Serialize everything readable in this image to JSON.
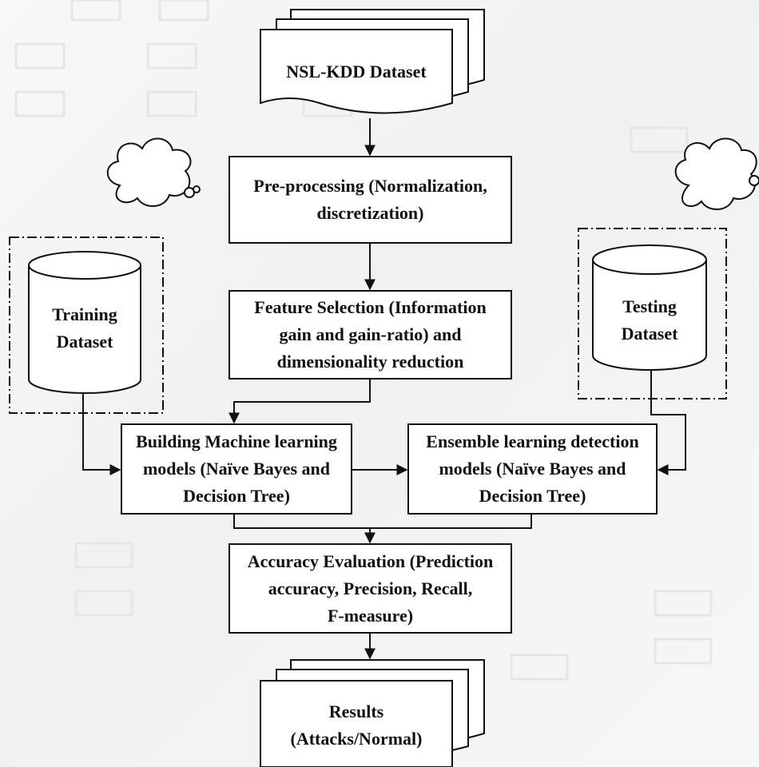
{
  "nodes": {
    "dataset": {
      "label": "NSL-KDD Dataset"
    },
    "preprocessing": {
      "line1": "Pre-processing (Normalization,",
      "line2": "discretization)"
    },
    "feature_selection": {
      "line1": "Feature Selection (Information",
      "line2": "gain and gain-ratio) and",
      "line3": "dimensionality reduction"
    },
    "training": {
      "line1": "Training",
      "line2": "Dataset"
    },
    "testing": {
      "line1": "Testing",
      "line2": "Dataset"
    },
    "ml_models": {
      "line1": "Building Machine learning",
      "line2": "models (Naïve Bayes and",
      "line3": "Decision Tree)"
    },
    "ensemble": {
      "line1": "Ensemble learning detection",
      "line2": "models (Naïve Bayes and",
      "line3": "Decision Tree)"
    },
    "accuracy": {
      "line1": "Accuracy Evaluation (Prediction",
      "line2": "accuracy, Precision, Recall,",
      "line3": "F-measure)"
    },
    "results": {
      "line1": "Results",
      "line2": "(Attacks/Normal)"
    }
  },
  "colors": {
    "stroke": "#111111",
    "fill": "#ffffff",
    "text": "#111111"
  }
}
